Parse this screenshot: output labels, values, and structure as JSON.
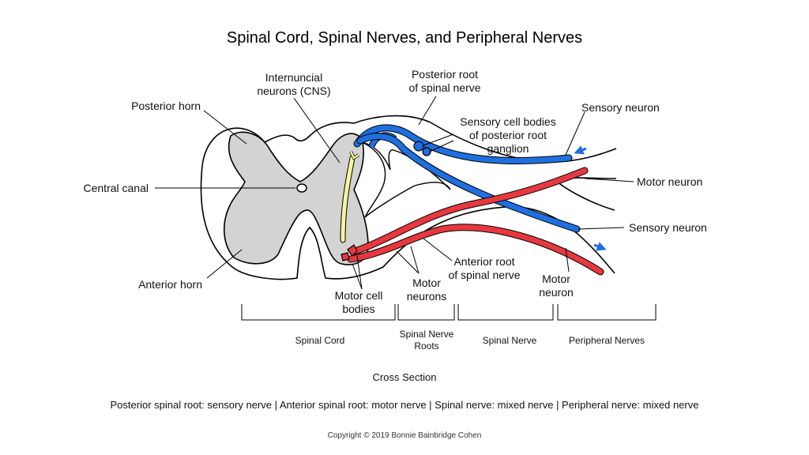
{
  "title": "Spinal Cord, Spinal Nerves, and Peripheral Nerves",
  "colors": {
    "sensory": "#1f6fe0",
    "motor": "#e8383f",
    "gray_matter": "#d3d3d3",
    "internuncial": "#f7f3a0",
    "outline": "#000000"
  },
  "labels": {
    "posterior_horn": "Posterior horn",
    "internuncial_1": "Internuncial",
    "internuncial_2": "neurons (CNS)",
    "posterior_root_1": "Posterior root",
    "posterior_root_2": "of spinal nerve",
    "sensory_neuron_top": "Sensory neuron",
    "sensory_bodies_1": "Sensory cell bodies",
    "sensory_bodies_2": "of posterior root",
    "sensory_bodies_3": "ganglion",
    "central_canal": "Central canal",
    "motor_neuron_right": "Motor neuron",
    "sensory_neuron_bottom": "Sensory neuron",
    "anterior_root_1": "Anterior root",
    "anterior_root_2": "of spinal nerve",
    "anterior_horn": "Anterior horn",
    "motor_bodies_1": "Motor cell",
    "motor_bodies_2": "bodies",
    "motor_neurons_1": "Motor",
    "motor_neurons_2": "neurons",
    "motor_neuron_lower_1": "Motor",
    "motor_neuron_lower_2": "neuron"
  },
  "sections": {
    "spinal_cord": "Spinal Cord",
    "spinal_nerve_roots_1": "Spinal Nerve",
    "spinal_nerve_roots_2": "Roots",
    "spinal_nerve": "Spinal Nerve",
    "peripheral_nerves": "Peripheral Nerves"
  },
  "cross_section": "Cross Section",
  "legend": "Posterior spinal root: sensory nerve  |  Anterior spinal root: motor nerve  |  Spinal nerve: mixed nerve  |  Peripheral nerve: mixed nerve",
  "copyright": "Copyright © 2019 Bonnie Bainbridge Cohen"
}
